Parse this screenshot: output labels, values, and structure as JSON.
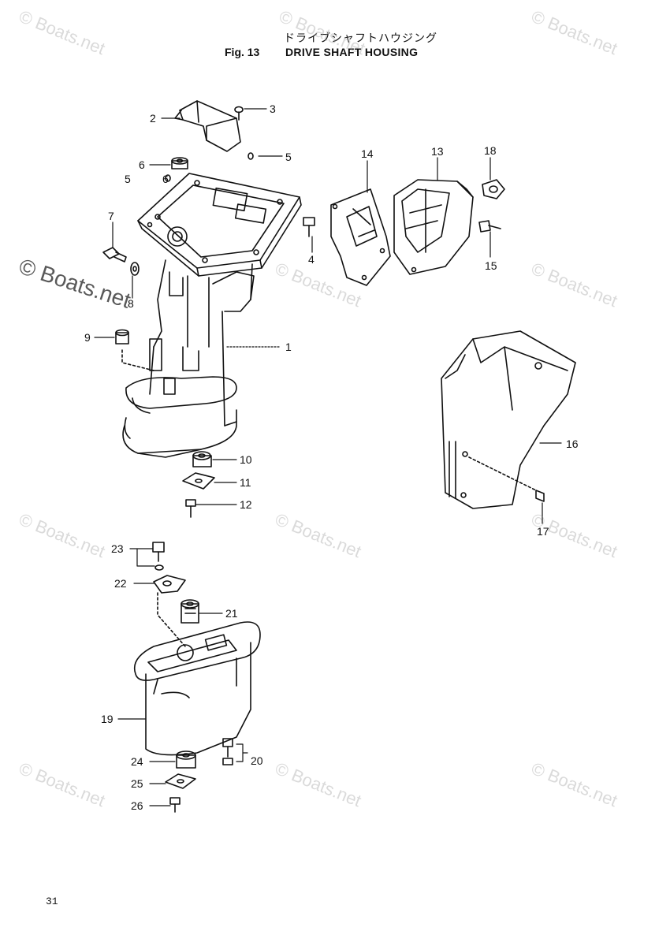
{
  "header": {
    "title_jp": "ドライブシャフトハウジング",
    "fig_label": "Fig. 13",
    "title_en": "DRIVE SHAFT HOUSING"
  },
  "page_number": "31",
  "watermark": "© Boats.net",
  "callouts": {
    "p1": "1",
    "p2": "2",
    "p3": "3",
    "p4": "4",
    "p5": "5",
    "p5b": "5",
    "p6": "6",
    "p6b": "6",
    "p7": "7",
    "p8": "8",
    "p9": "9",
    "p10": "10",
    "p11": "11",
    "p12": "12",
    "p13": "13",
    "p14": "14",
    "p15": "15",
    "p16": "16",
    "p17": "17",
    "p18": "18",
    "p19": "19",
    "p20": "20",
    "p21": "21",
    "p22": "22",
    "p23": "23",
    "p24": "24",
    "p25": "25",
    "p26": "26"
  }
}
